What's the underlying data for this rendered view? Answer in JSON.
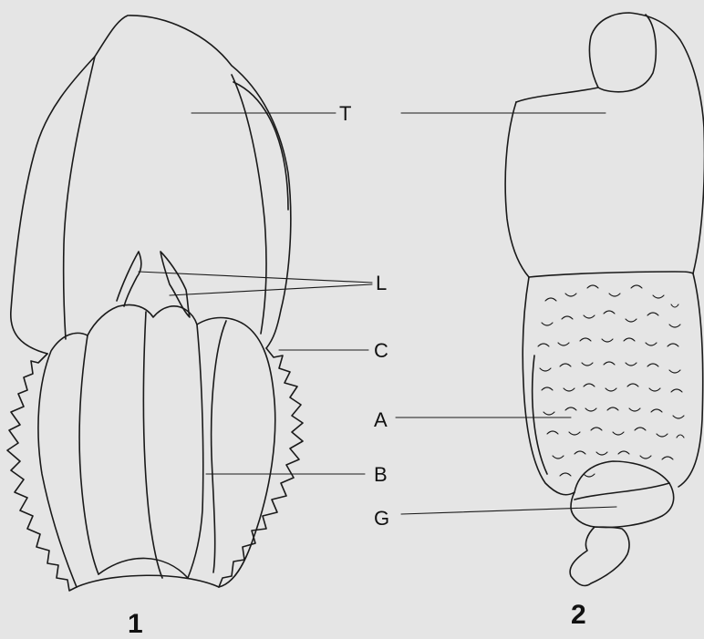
{
  "figure_1": {
    "number": "1",
    "labels": {
      "T": "T",
      "L": "L",
      "C": "C",
      "B": "B"
    }
  },
  "figure_2": {
    "number": "2",
    "labels": {
      "A": "A",
      "G": "G"
    }
  }
}
